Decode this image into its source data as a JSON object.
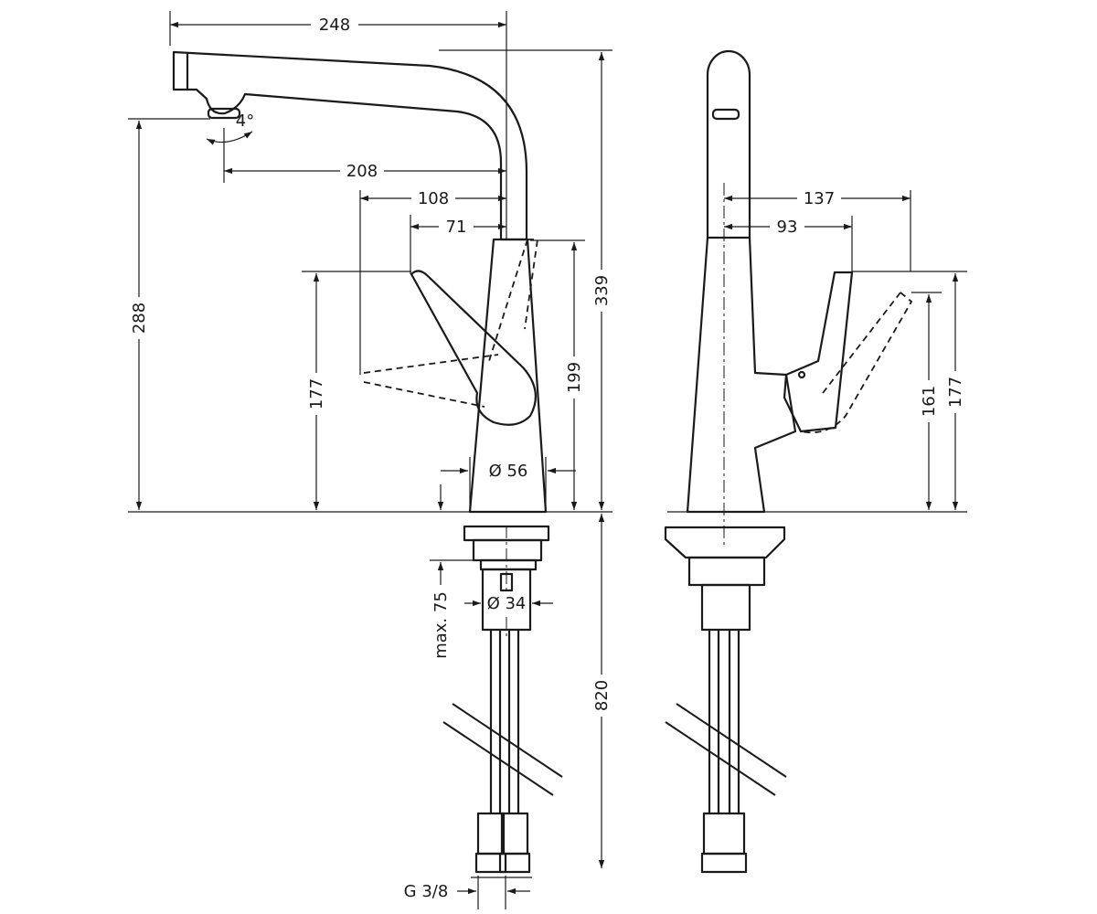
{
  "drawing": {
    "dimensions": {
      "spout_reach": "248",
      "aerator_reach": "208",
      "spout_angle": "4°",
      "lever_reach_max": "108",
      "lever_reach_min": "71",
      "spout_height": "288",
      "total_height": "339",
      "lever_height_front": "177",
      "body_height": "199",
      "base_diameter": "Ø 56",
      "side_lever_depth_max": "137",
      "side_lever_depth_min": "93",
      "side_lever_height_min": "161",
      "side_lever_height_max": "177",
      "mounting_thickness": "max. 75",
      "shank_diameter": "Ø 34",
      "hose_length": "820",
      "thread_size": "G 3/8"
    }
  }
}
